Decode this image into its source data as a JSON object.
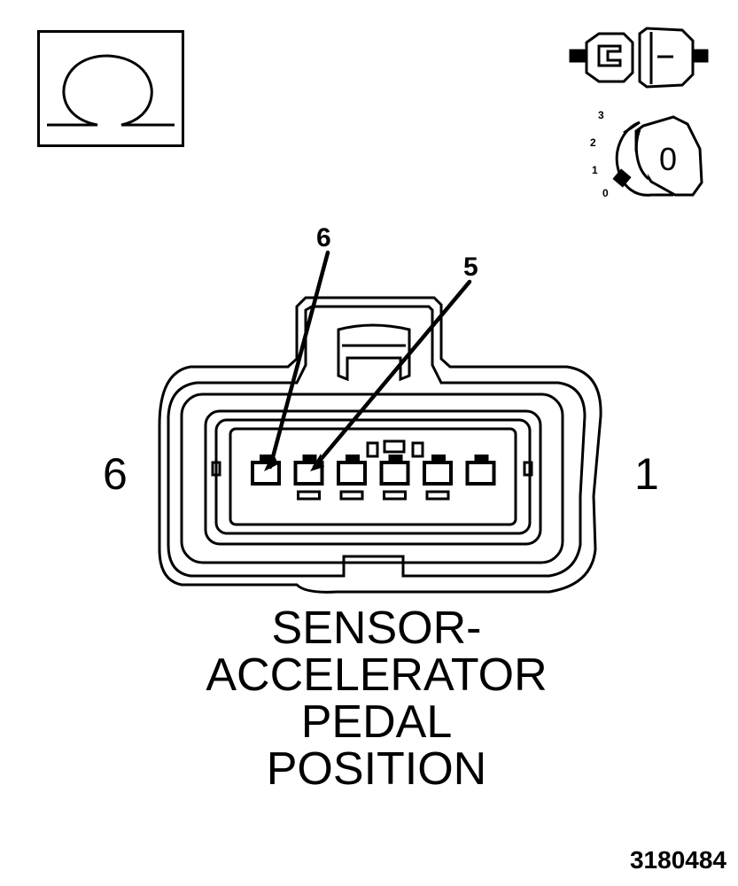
{
  "diagram": {
    "pin_callouts": [
      "6",
      "5"
    ],
    "side_labels": {
      "left": "6",
      "right": "1"
    },
    "ignition_positions": [
      "3",
      "2",
      "1",
      "0"
    ],
    "ignition_key_position": "0",
    "title_lines": [
      "SENSOR-",
      "ACCELERATOR",
      "PEDAL",
      "POSITION"
    ],
    "figure_number": "3180484"
  },
  "icons": {
    "top_left": "ohm-icon",
    "top_right": "connector-disconnected-icon",
    "key": "ignition-key-icon"
  }
}
